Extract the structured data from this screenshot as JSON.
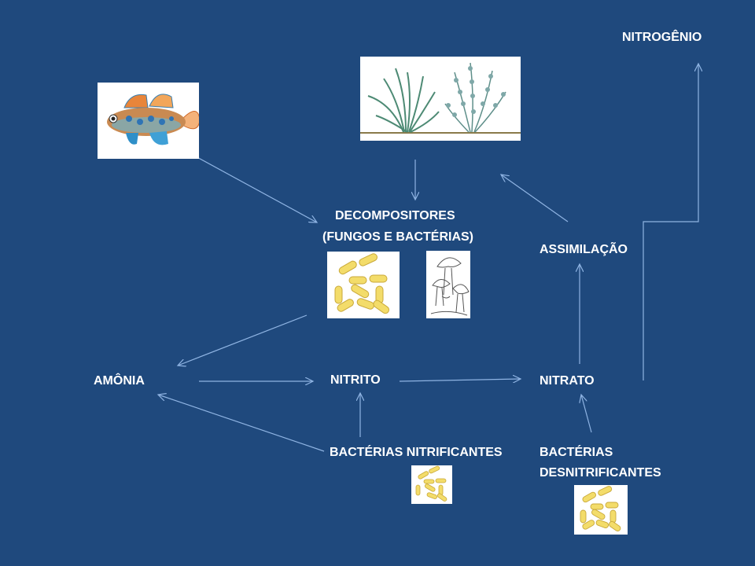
{
  "labels": {
    "nitrogenio": "NITROGÊNIO",
    "decompositores_1": "DECOMPOSITORES",
    "decompositores_2": "(FUNGOS E BACTÉRIAS)",
    "assimilacao": "ASSIMILAÇÃO",
    "amonia": "AMÔNIA",
    "nitrito": "NITRITO",
    "nitrato": "NITRATO",
    "bacterias_nitrificantes": "BACTÉRIAS NITRIFICANTES",
    "bacterias_desnitrificantes_1": "BACTÉRIAS",
    "bacterias_desnitrificantes_2": "DESNITRIFICANTES"
  },
  "colors": {
    "background": "#1f497d",
    "arrow": "#8fb4e3",
    "text": "#ffffff",
    "bacteria": "#f3dc6a"
  },
  "icons": [
    "fish-image",
    "aquatic-plants-image",
    "bacteria-image",
    "mushroom-image"
  ]
}
